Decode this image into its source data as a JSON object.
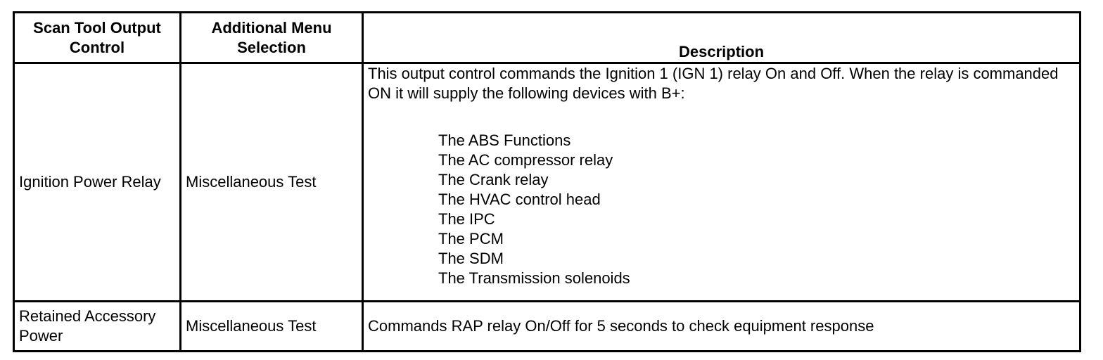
{
  "table": {
    "headers": [
      [
        "Scan Tool Output",
        "Control"
      ],
      [
        "Additional Menu",
        "Selection"
      ],
      [
        "Description"
      ]
    ],
    "rows": [
      {
        "output_control": "Ignition Power Relay",
        "menu_selection": "Miscellaneous Test",
        "description": "This output control commands the Ignition 1 (IGN 1) relay On and Off. When the relay is commanded ON it will supply the following devices with B+:",
        "devices": [
          "The ABS Functions",
          "The AC compressor relay",
          "The Crank relay",
          "The HVAC control head",
          "The IPC",
          "The PCM",
          "The SDM",
          "The Transmission solenoids"
        ]
      },
      {
        "output_control": "Retained Accessory Power",
        "menu_selection": "Miscellaneous Test",
        "description": "Commands RAP relay On/Off for 5 seconds to check equipment response"
      }
    ]
  }
}
